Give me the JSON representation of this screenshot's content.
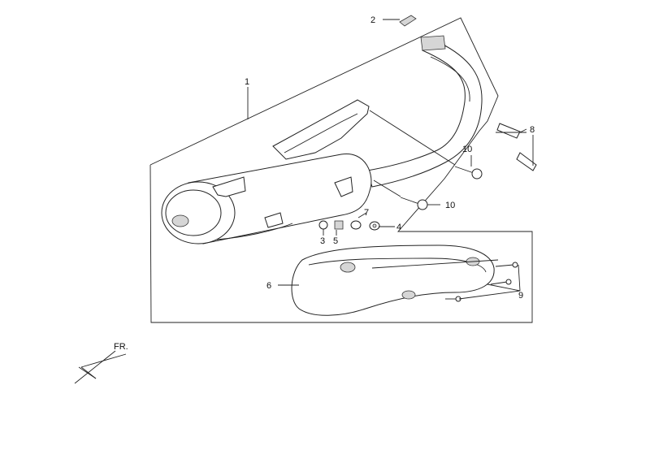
{
  "callouts": [
    "1",
    "2",
    "3",
    "4",
    "5",
    "6",
    "7",
    "8",
    "9",
    "10",
    "10"
  ],
  "direction_label": "FR."
}
